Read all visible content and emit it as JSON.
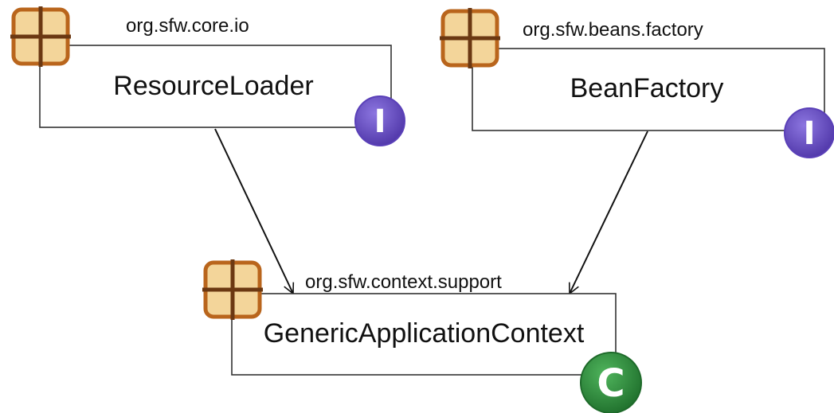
{
  "nodes": [
    {
      "id": "resource-loader",
      "package": "org.sfw.core.io",
      "name": "ResourceLoader",
      "kind": "interface",
      "badge_letter": "I",
      "badge_color": "#6a4fc4",
      "package_icon": "package-icon"
    },
    {
      "id": "bean-factory",
      "package": "org.sfw.beans.factory",
      "name": "BeanFactory",
      "kind": "interface",
      "badge_letter": "I",
      "badge_color": "#6a4fc4",
      "package_icon": "package-icon"
    },
    {
      "id": "generic-application-context",
      "package": "org.sfw.context.support",
      "name": "GenericApplicationContext",
      "kind": "class",
      "badge_letter": "C",
      "badge_color": "#2e8b3e",
      "package_icon": "package-icon"
    }
  ],
  "edges": [
    {
      "from": "resource-loader",
      "to": "generic-application-context"
    },
    {
      "from": "bean-factory",
      "to": "generic-application-context"
    }
  ],
  "colors": {
    "package_icon_fill": "#f3d59a",
    "package_icon_border": "#b9651c",
    "package_icon_cross": "#6b3812",
    "box_border": "#333333",
    "arrow": "#111111"
  }
}
